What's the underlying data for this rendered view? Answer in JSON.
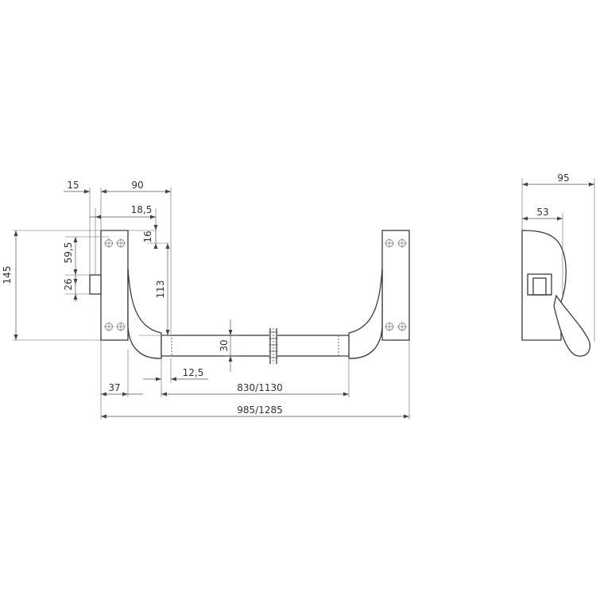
{
  "dimensions": {
    "d15": "15",
    "d90": "90",
    "d18_5": "18,5",
    "d16": "16",
    "d59_5": "59,5",
    "d145": "145",
    "d26": "26",
    "d113": "113",
    "d30": "30",
    "d12_5": "12,5",
    "d37": "37",
    "d830_1130": "830/1130",
    "d985_1285": "985/1285",
    "d95": "95",
    "d53": "53"
  }
}
